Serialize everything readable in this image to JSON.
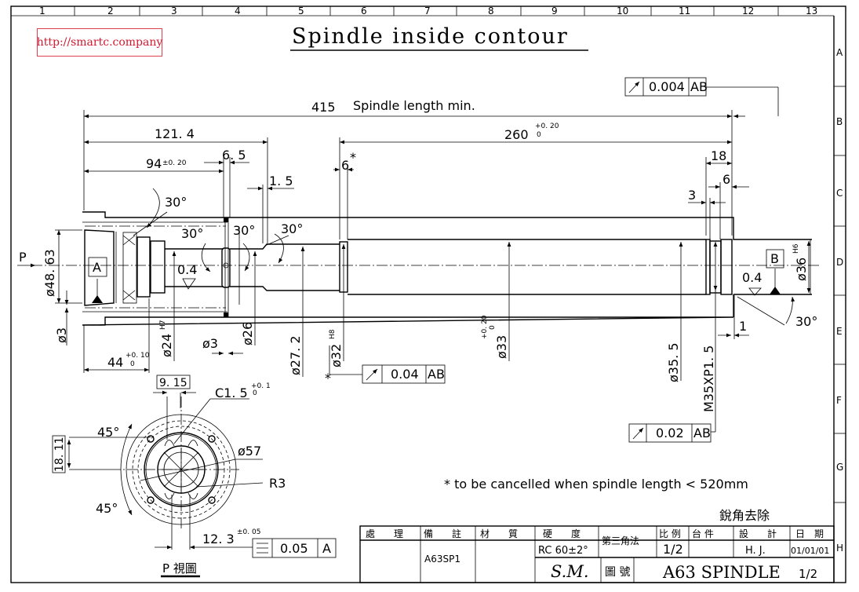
{
  "watermark": "http://smartc.company",
  "title": "Spindle inside contour",
  "ruler": {
    "columns": [
      "1",
      "2",
      "3",
      "4",
      "5",
      "6",
      "7",
      "8",
      "9",
      "10",
      "11",
      "12",
      "13"
    ],
    "rows": [
      "A",
      "B",
      "C",
      "D",
      "E",
      "F",
      "G",
      "H"
    ]
  },
  "dimensions": {
    "overall": "415",
    "overall_label": "Spindle length min.",
    "d121": "121. 4",
    "d260": "260",
    "d260_tol_up": "+0. 20",
    "d260_tol_lo": "0",
    "d94": "94",
    "d94_tol": "±0. 20",
    "d6_5": "6. 5",
    "d1_5": "1. 5",
    "d6_star": "6",
    "star": "*",
    "d18": "18",
    "d6": "6",
    "d3": "3",
    "a30_1": "30°",
    "a30_2": "30°",
    "a30_3": "30°",
    "a30_4": "30°",
    "a30_5": "30°",
    "p_arrow": "P",
    "dia48": "ø48. 63",
    "dia3_left": "ø3",
    "datum_a": "A",
    "datum_b": "B",
    "rough1": "0.4",
    "rough2": "0.4",
    "dia24": "ø24",
    "dia24_fit": "H7",
    "dia3": "ø3",
    "dia26": "ø26",
    "dia27": "ø27. 2",
    "dia32": "ø32",
    "dia32_fit": "H8",
    "dia33": "ø33",
    "dia33_tol_up": "+0. 20",
    "dia33_tol_lo": "0",
    "dia35": "ø35. 5",
    "thread": "M35XP1. 5",
    "dia36": "ø36",
    "dia36_fit": "H6",
    "d1": "1",
    "d44": "44",
    "d44_tol_up": "+0. 10",
    "d44_tol_lo": "0"
  },
  "gdt": {
    "top": {
      "symbol": "runout-icon",
      "value": "0.004",
      "datum": "AB"
    },
    "mid": {
      "symbol": "runout-icon",
      "value": "0.04",
      "datum": "AB"
    },
    "right": {
      "symbol": "runout-icon",
      "value": "0.02",
      "datum": "AB"
    },
    "view": {
      "symbol": "symmetry-icon",
      "value": "0.05",
      "datum": "A"
    }
  },
  "view_p": {
    "d9_15": "9. 15",
    "c1_5": "C1. 5",
    "c1_5_tol_up": "+0. 1",
    "c1_5_tol_lo": "0",
    "a45_top": "45°",
    "a45_bot": "45°",
    "d18_11": "18. 11",
    "dia57": "ø57",
    "r3": "R3",
    "d12_3": "12. 3",
    "d12_3_tol": "±0. 05",
    "caption": "P 視圖"
  },
  "note": "* to be cancelled when spindle length < 520mm",
  "deburr": "銳角去除",
  "title_block": {
    "headers": [
      "處　　理",
      "備　　註",
      "材　　質",
      "硬　　度",
      "第三角法",
      "比 例",
      "台 件",
      "設　　計",
      "日　期"
    ],
    "note_value": "A63SP1",
    "hardness": "RC 60±2°",
    "scale": "1/2",
    "designer": "H. J.",
    "date": "01/01/01",
    "company": "S.M.",
    "drawing_no_label": "圖 號",
    "drawing_no": "A63  SPINDLE",
    "sheet": "1/2"
  }
}
